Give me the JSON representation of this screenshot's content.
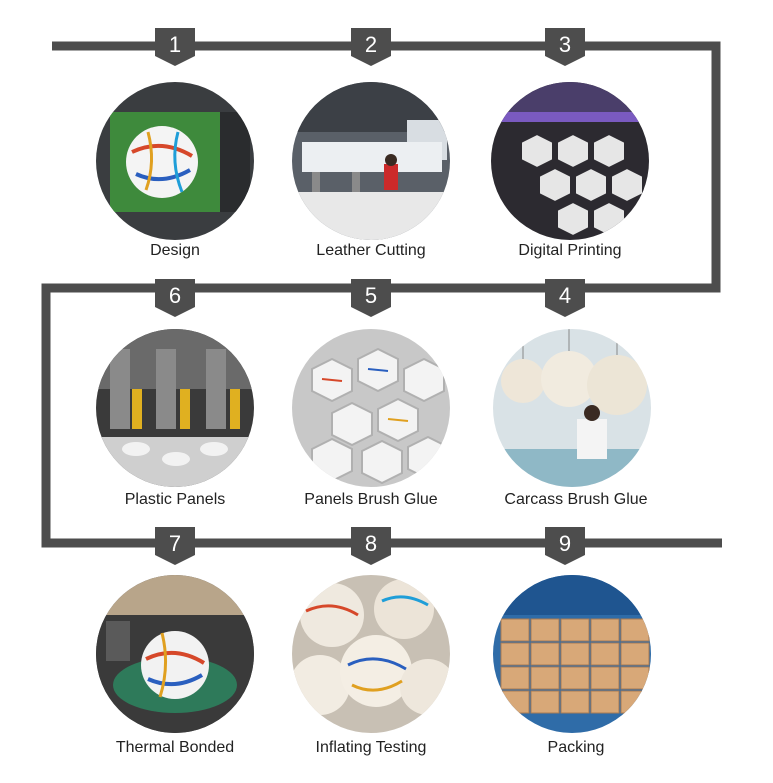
{
  "colors": {
    "path": "#4d4d4d",
    "marker_text": "#ffffff",
    "label_text": "#222222"
  },
  "steps": [
    {
      "number": "1",
      "label": "Design",
      "photo": "design-monitor-soccer-ball"
    },
    {
      "number": "2",
      "label": "Leather Cutting",
      "photo": "factory-cutting-machine"
    },
    {
      "number": "3",
      "label": "Digital Printing",
      "photo": "hexagon-panel-printer"
    },
    {
      "number": "4",
      "label": "Carcass Brush Glue",
      "photo": "hanging-ball-carcasses"
    },
    {
      "number": "5",
      "label": "Panels Brush Glue",
      "photo": "stacked-hexagon-panels"
    },
    {
      "number": "6",
      "label": "Plastic Panels",
      "photo": "panel-press-machine"
    },
    {
      "number": "7",
      "label": "Thermal Bonded",
      "photo": "ball-in-bonding-mold"
    },
    {
      "number": "8",
      "label": "Inflating Testing",
      "photo": "pile-of-inflated-balls"
    },
    {
      "number": "9",
      "label": "Packing",
      "photo": "stacked-cartons"
    }
  ]
}
